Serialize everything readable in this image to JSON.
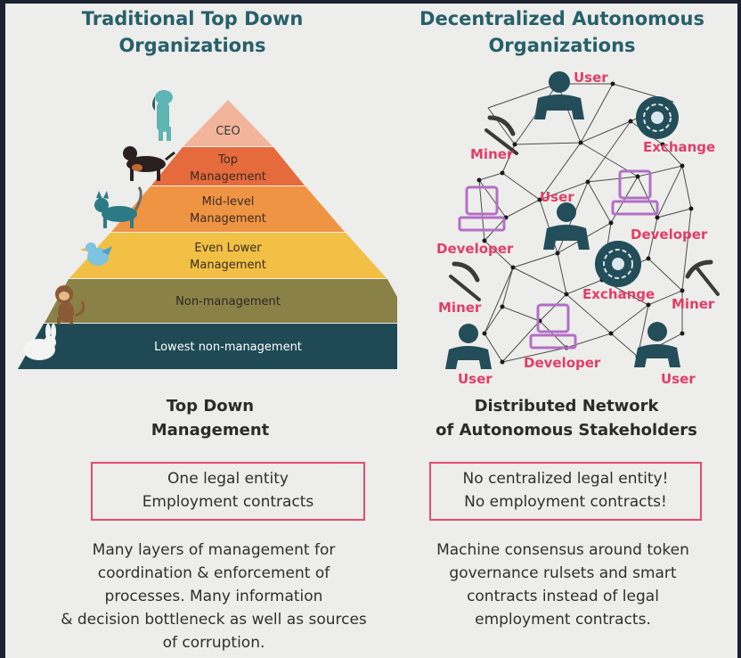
{
  "left": {
    "title": [
      "Traditional Top Down",
      "Organizations"
    ],
    "pyramid_levels": [
      "CEO",
      [
        "Top",
        "Management"
      ],
      [
        "Mid-level",
        "Management"
      ],
      [
        "Even Lower",
        "Management"
      ],
      "Non-management",
      "Lowest non-management"
    ],
    "subtitle": [
      "Top Down",
      "Management"
    ],
    "box": [
      "One legal entity",
      "Employment contracts"
    ],
    "description": [
      "Many layers of management for",
      "coordination & enforcement of",
      "processes. Many information",
      "& decision bottleneck as well as sources",
      "of corruption."
    ]
  },
  "right": {
    "title": [
      "Decentralized Autonomous",
      "Organizations"
    ],
    "network_labels": {
      "user": "User",
      "miner": "Miner",
      "exchange": "Exchange",
      "developer": "Developer"
    },
    "subtitle": [
      "Distributed Network",
      "of Autonomous Stakeholders"
    ],
    "box": [
      "No centralized legal entity!",
      "No employment contracts!"
    ],
    "description": [
      "Machine consensus around token",
      "governance rulsets and smart",
      "contracts instead of legal",
      "employment contracts."
    ]
  },
  "colors": {
    "ceo": "#f2b49a",
    "top": "#e56a3c",
    "mid": "#ef9443",
    "lower": "#f1c044",
    "non": "#8a8147",
    "lowest": "#1f4a55",
    "accent_pink": "#e24c71",
    "title_teal": "#27606a",
    "network_icon": "#234e59"
  }
}
